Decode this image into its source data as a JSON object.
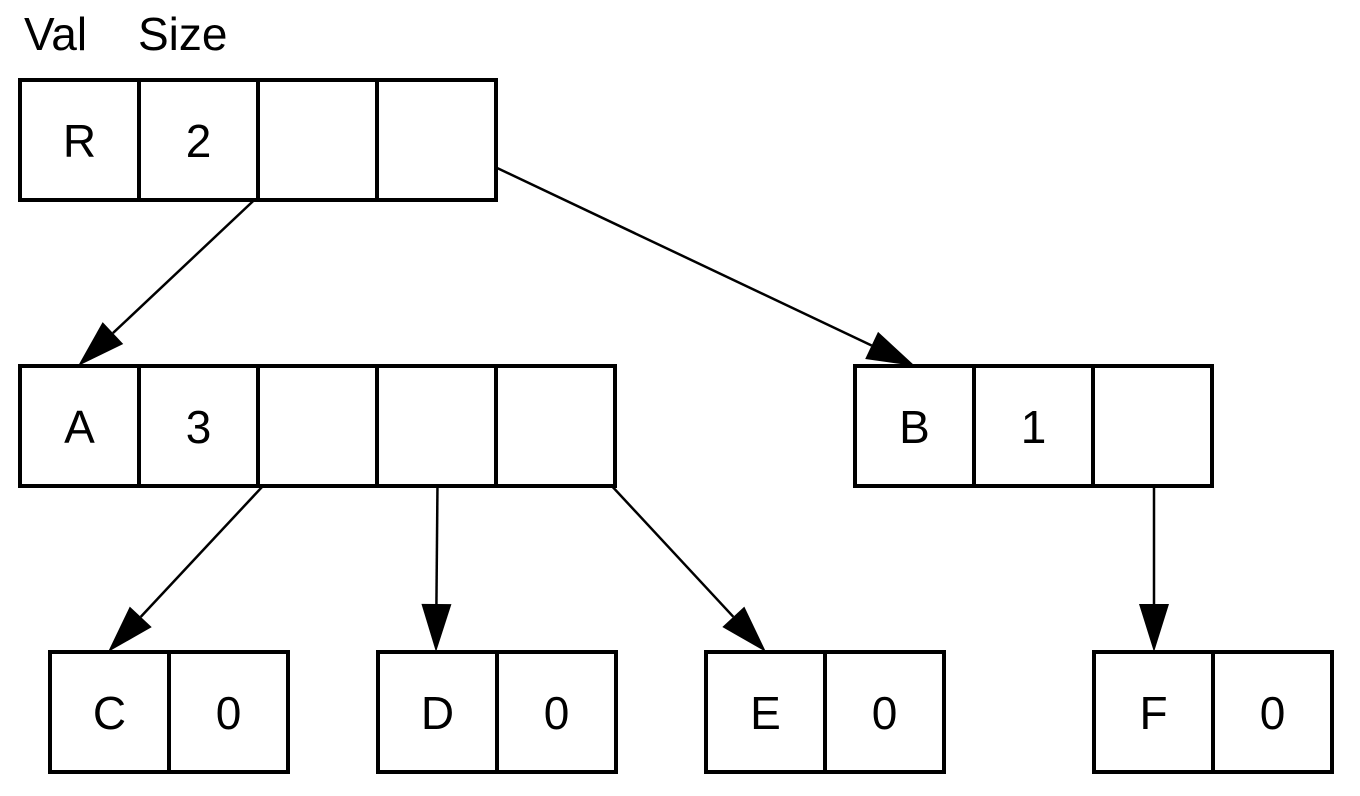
{
  "header": {
    "val_label": "Val",
    "size_label": "Size"
  },
  "nodes": [
    {
      "id": "R",
      "value": "R",
      "size": "2",
      "pointers": 2
    },
    {
      "id": "A",
      "value": "A",
      "size": "3",
      "pointers": 3
    },
    {
      "id": "B",
      "value": "B",
      "size": "1",
      "pointers": 1
    },
    {
      "id": "C",
      "value": "C",
      "size": "0",
      "pointers": 0
    },
    {
      "id": "D",
      "value": "D",
      "size": "0",
      "pointers": 0
    },
    {
      "id": "E",
      "value": "E",
      "size": "0",
      "pointers": 0
    },
    {
      "id": "F",
      "value": "F",
      "size": "0",
      "pointers": 0
    }
  ],
  "edges": [
    {
      "from": "R",
      "pointer": 0,
      "to": "A"
    },
    {
      "from": "R",
      "pointer": 1,
      "to": "B"
    },
    {
      "from": "A",
      "pointer": 0,
      "to": "C"
    },
    {
      "from": "A",
      "pointer": 1,
      "to": "D"
    },
    {
      "from": "A",
      "pointer": 2,
      "to": "E"
    },
    {
      "from": "B",
      "pointer": 0,
      "to": "F"
    }
  ],
  "colors": {
    "stroke": "#000000",
    "background": "#ffffff"
  }
}
